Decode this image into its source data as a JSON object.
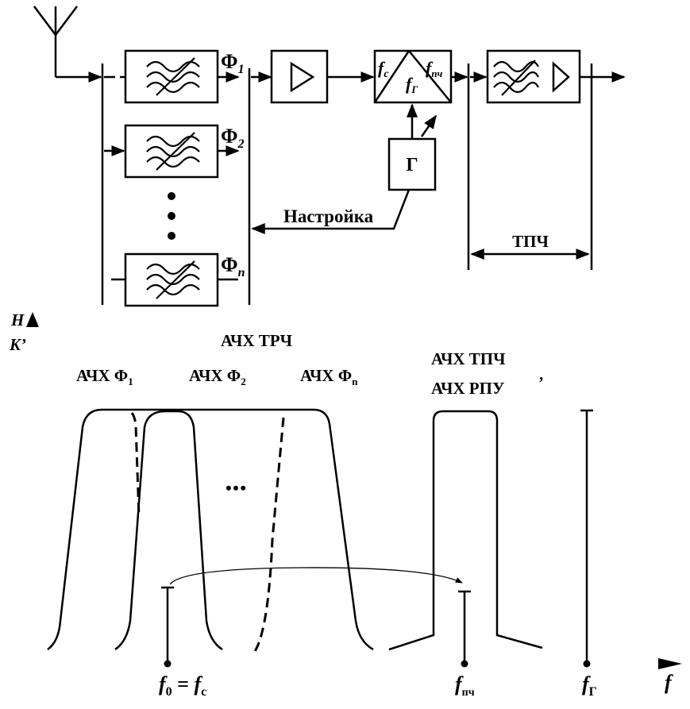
{
  "block_diagram": {
    "filters": [
      {
        "name": "Φ",
        "sub": "1"
      },
      {
        "name": "Φ",
        "sub": "2"
      },
      {
        "name": "Φ",
        "sub": "n"
      }
    ],
    "filter_dots": "•",
    "mixer": {
      "input": "f",
      "input_sub": "c",
      "oscillator": "f",
      "oscillator_sub": "Г",
      "output": "f",
      "output_sub": "пч"
    },
    "oscillator_label": "Г",
    "tuning_label": "Настройка",
    "tpch_label": "ТПЧ"
  },
  "response_graph": {
    "y_axis_label_h": "H",
    "y_axis_label_k": "K’",
    "trch_label": "АЧХ ТРЧ",
    "f1_label": "АЧХ Φ",
    "f1_sub": "1",
    "f2_label": "АЧХ Φ",
    "f2_sub": "2",
    "fn_label": "АЧХ Φ",
    "fn_sub": "n",
    "tpch_label": "АЧХ ТПЧ",
    "tpch_comma": ",",
    "rpu_label": "АЧХ РПУ",
    "ellipsis": "• • •",
    "f0_label": "f",
    "f0_sub": "0",
    "f0_eq": " = ",
    "fc_label": "f",
    "fc_sub": "c",
    "fpch_label": "f",
    "fpch_sub": "пч",
    "fg_label": "f",
    "fg_sub": "Г",
    "f_axis_label": "f"
  }
}
